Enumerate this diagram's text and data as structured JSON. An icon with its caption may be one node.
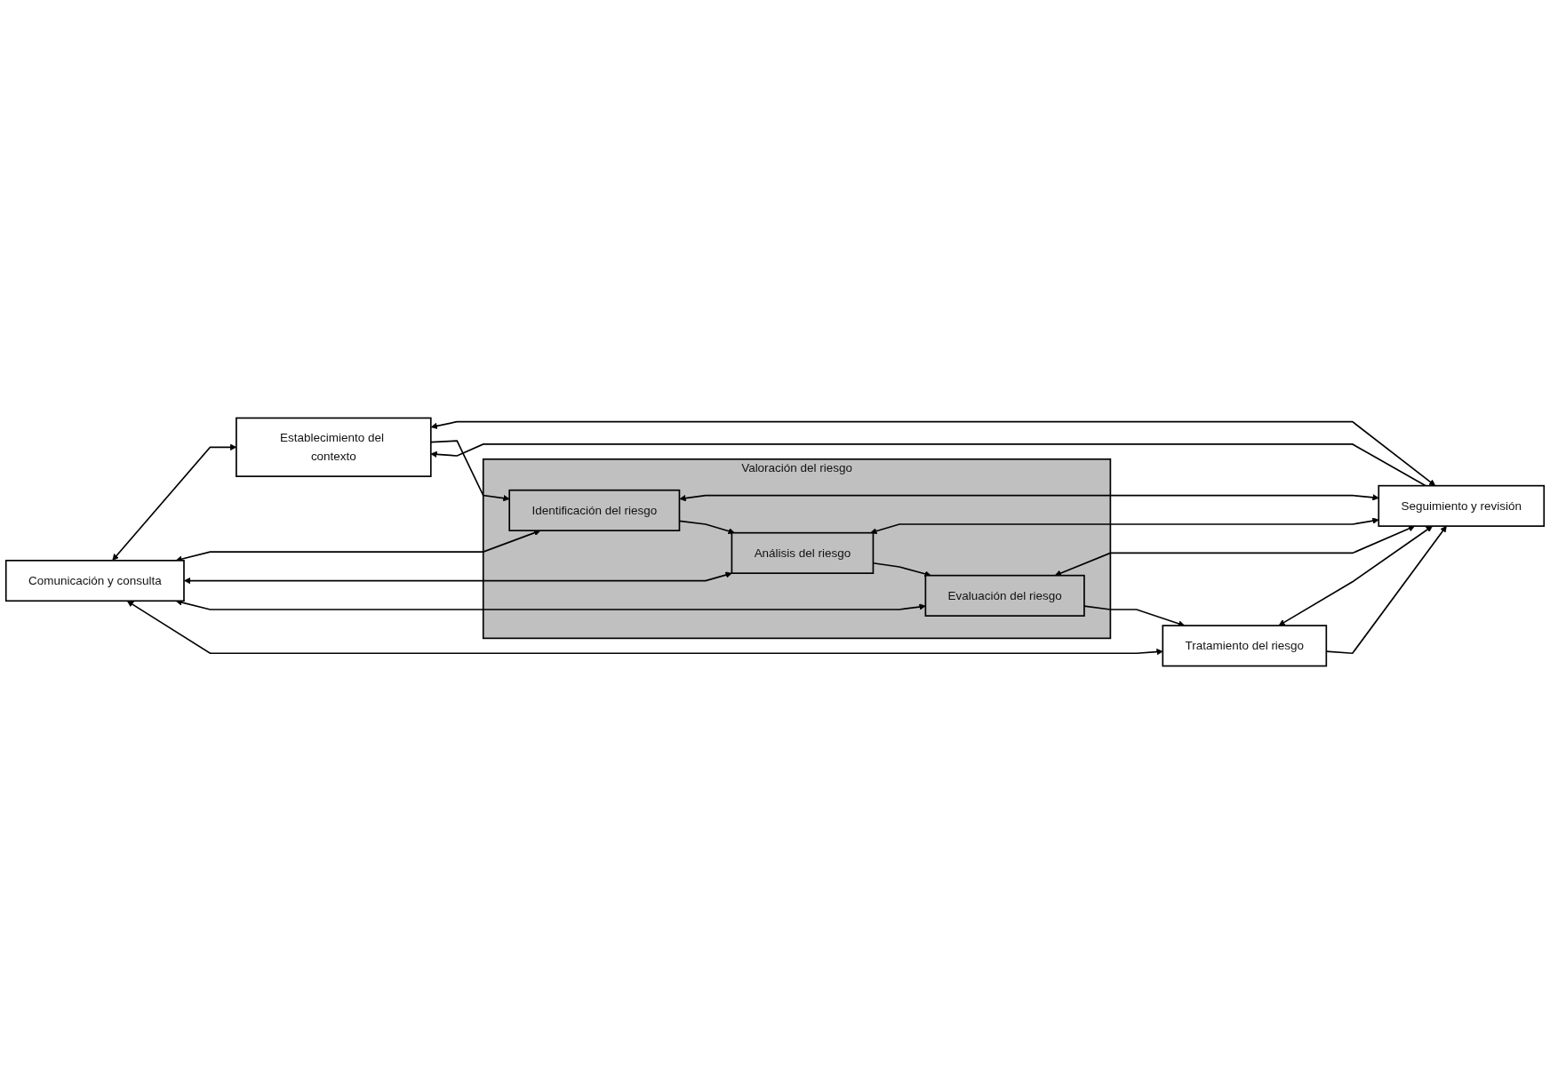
{
  "diagram": {
    "nodes": [
      {
        "text": [
          "Comunicación y consulta"
        ]
      },
      {
        "text": [
          "Establecimiento del contexto"
        ]
      },
      {
        "text": [
          "Valoración del riesgo"
        ]
      },
      {
        "text": [
          "Identificación del riesgo"
        ],
        "in": 2
      },
      {
        "text": [
          "Análisis del riesgo"
        ],
        "in": 2
      },
      {
        "text": [
          "Evaluación del riesgo"
        ],
        "in": 2
      },
      {
        "text": [
          "Tratamiento del riesgo"
        ]
      },
      {
        "text": [
          "Seguimiento y revisión"
        ]
      }
    ],
    "edges": [
      {
        "from": 0,
        "to": 1,
        "arrow": "both"
      },
      {
        "from": 1,
        "to": 7,
        "arrow": "both"
      },
      {
        "from": 7,
        "to": 1,
        "arrow": "to"
      },
      {
        "from": 1,
        "to": 3,
        "arrow": "to"
      },
      {
        "from": 0,
        "to": 3,
        "arrow": "both"
      },
      {
        "from": 3,
        "to": 7,
        "arrow": "both"
      },
      {
        "from": 3,
        "to": 4,
        "arrow": "to"
      },
      {
        "from": 0,
        "to": 4,
        "arrow": "both"
      },
      {
        "from": 4,
        "to": 7,
        "arrow": "both"
      },
      {
        "from": 4,
        "to": 5,
        "arrow": "to"
      },
      {
        "from": 0,
        "to": 5,
        "arrow": "both"
      },
      {
        "from": 5,
        "to": 7,
        "arrow": "both"
      },
      {
        "from": 5,
        "to": 6,
        "arrow": "to"
      },
      {
        "from": 0,
        "to": 6,
        "arrow": "both"
      },
      {
        "from": 6,
        "to": 7,
        "arrow": "both"
      },
      {
        "from": 6,
        "to": 7,
        "arrow": "to"
      }
    ]
  }
}
